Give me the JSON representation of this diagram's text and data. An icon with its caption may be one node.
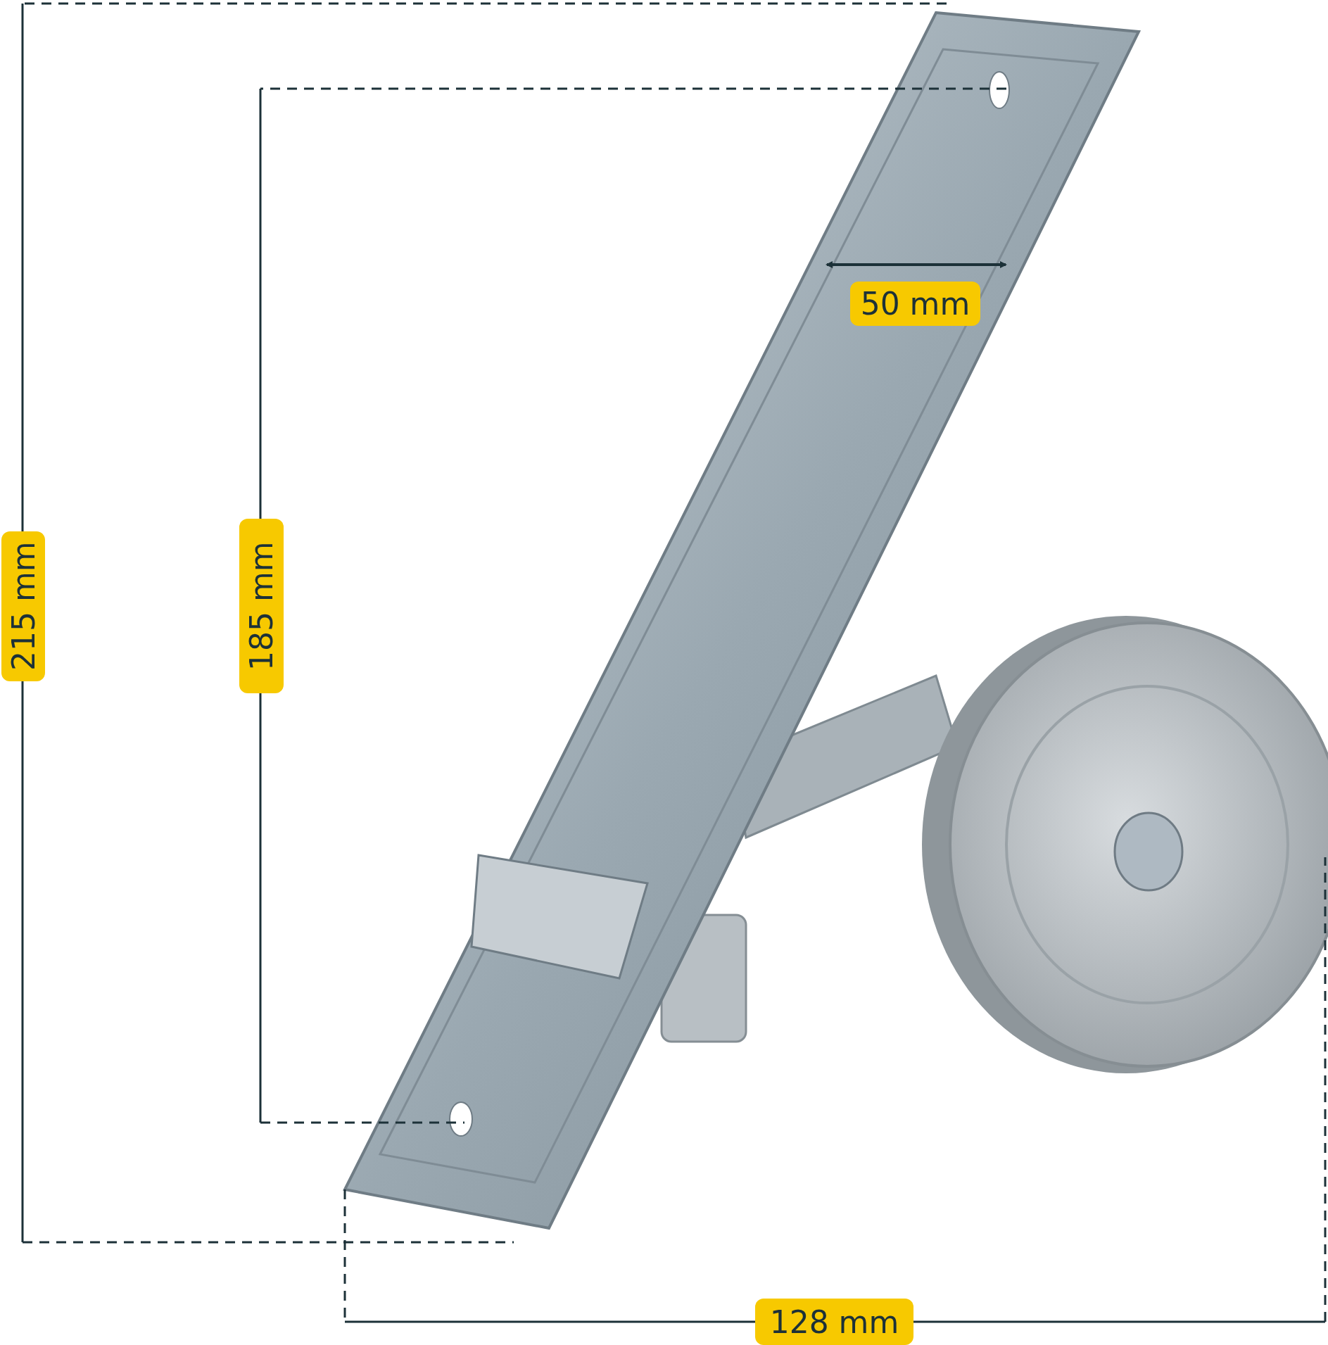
{
  "diagram": {
    "labels": [
      "215 mm",
      "185 mm",
      "50 mm",
      "128 mm"
    ]
  }
}
